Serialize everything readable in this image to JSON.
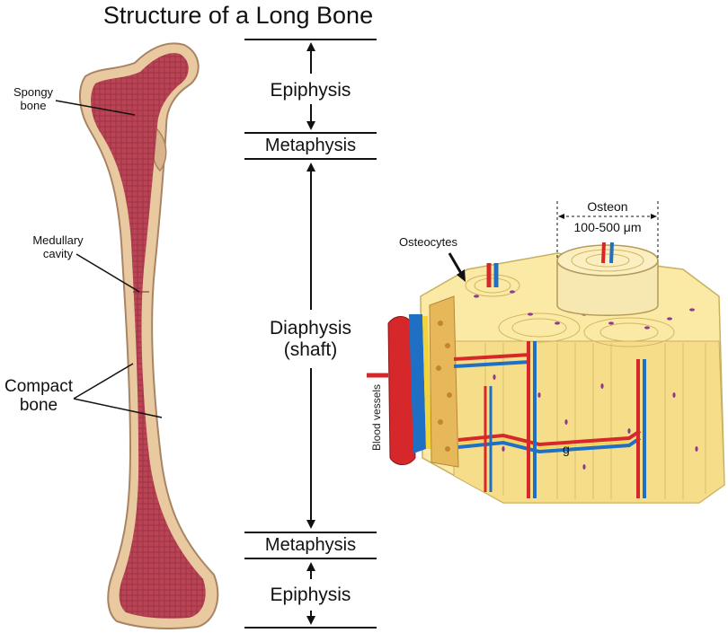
{
  "title": "Structure of a Long Bone",
  "bone_labels": {
    "spongy": [
      "Spongy",
      "bone"
    ],
    "medullary": [
      "Medullary",
      "cavity"
    ],
    "compact": [
      "Compact",
      "bone"
    ]
  },
  "regions": {
    "epiphysis_top": "Epiphysis",
    "metaphysis_top": "Metaphysis",
    "diaphysis": [
      "Diaphysis",
      "(shaft)"
    ],
    "metaphysis_bottom": "Metaphysis",
    "epiphysis_bottom": "Epiphysis"
  },
  "osteon_detail": {
    "osteon_label": "Osteon",
    "osteon_size": "100-500 μm",
    "osteocytes_label": "Osteocytes",
    "blood_vessels_label": "Blood vessels",
    "letter_g": "g"
  },
  "colors": {
    "bone_outer": "#e9c9a0",
    "bone_outline": "#a88464",
    "marrow_red": "#b84455",
    "marrow_dark": "#9a3040",
    "lamella_yellow": "#fbeaa6",
    "osteocyte_purple": "#8e3a8e",
    "artery_red": "#d6282a",
    "vein_blue": "#1f6fc4",
    "nerve_yellow": "#f2d33a"
  }
}
